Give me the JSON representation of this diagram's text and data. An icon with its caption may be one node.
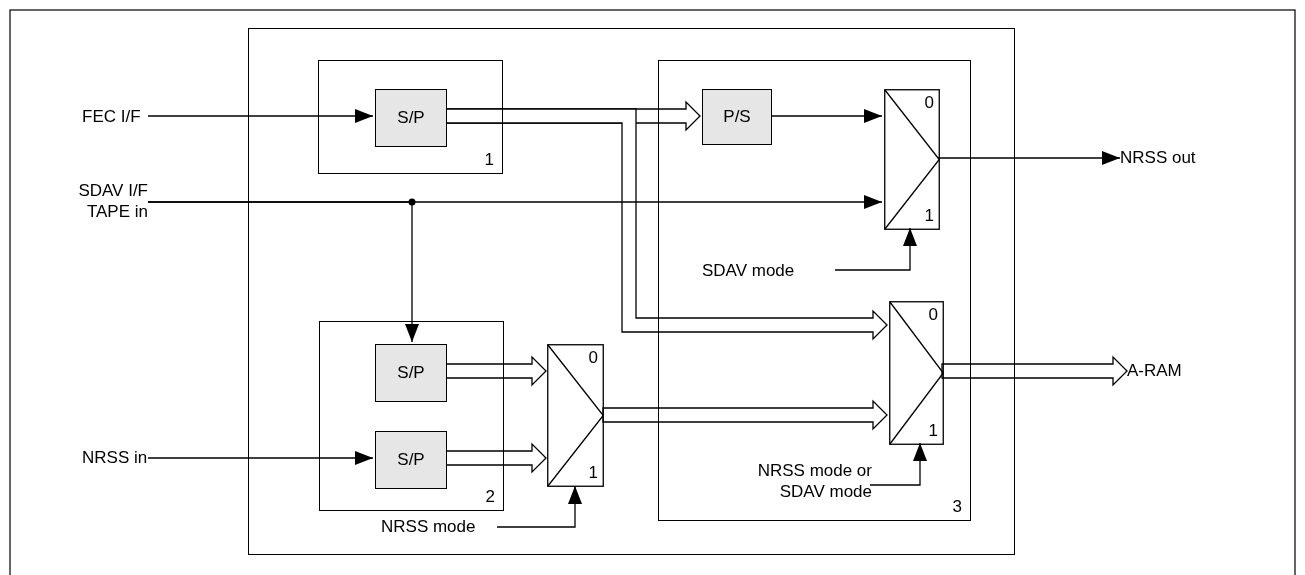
{
  "diagram": {
    "nodes": [
      {
        "text": [],
        "shape": "box"
      },
      {
        "text": [
          "1"
        ],
        "in": 0
      },
      {
        "text": [
          "S/P"
        ],
        "in": 1
      },
      {
        "text": [
          "3"
        ],
        "in": 0
      },
      {
        "text": [
          "P/S"
        ],
        "in": 3
      },
      {
        "text": [
          "0",
          "1"
        ],
        "in": 3
      },
      {
        "text": [
          "SDAV mode"
        ],
        "in": 3
      },
      {
        "text": [
          "0",
          "1"
        ],
        "in": 3
      },
      {
        "text": [
          "NRSS mode or SDAV mode"
        ],
        "in": 3
      },
      {
        "text": [
          "2"
        ],
        "in": 0
      },
      {
        "text": [
          "S/P"
        ],
        "in": 9
      },
      {
        "text": [
          "S/P"
        ],
        "in": 9
      },
      {
        "text": [
          "0",
          "1"
        ],
        "in": 0
      },
      {
        "text": [
          "NRSS mode"
        ],
        "in": 0
      },
      {
        "text": [
          "FEC I/F"
        ]
      },
      {
        "text": [
          "SDAV I/F TAPE in"
        ]
      },
      {
        "text": [
          "NRSS in"
        ]
      },
      {
        "text": [
          "NRSS out"
        ]
      },
      {
        "text": [
          "A-RAM"
        ]
      }
    ],
    "edges": [
      {
        "from": 14,
        "to": 2,
        "arrow": "to"
      },
      {
        "from": 2,
        "to": 4,
        "arrow": "to",
        "style": "thick"
      },
      {
        "from": 2,
        "to": 7,
        "arrow": "to",
        "style": "thick"
      },
      {
        "from": 4,
        "to": 5,
        "arrow": "to"
      },
      {
        "from": 15,
        "to": 5,
        "arrow": "to"
      },
      {
        "from": 15,
        "to": 10,
        "arrow": "to"
      },
      {
        "from": 16,
        "to": 11,
        "arrow": "to"
      },
      {
        "from": 10,
        "to": 12,
        "arrow": "to",
        "style": "thick"
      },
      {
        "from": 11,
        "to": 12,
        "arrow": "to",
        "style": "thick"
      },
      {
        "from": 12,
        "to": 7,
        "arrow": "to",
        "style": "thick"
      },
      {
        "from": 5,
        "to": 17,
        "arrow": "to"
      },
      {
        "from": 7,
        "to": 18,
        "arrow": "to",
        "style": "thick"
      },
      {
        "from": 6,
        "to": 5,
        "arrow": "to"
      },
      {
        "from": 8,
        "to": 7,
        "arrow": "to"
      },
      {
        "from": 13,
        "to": 12,
        "arrow": "to"
      }
    ]
  }
}
